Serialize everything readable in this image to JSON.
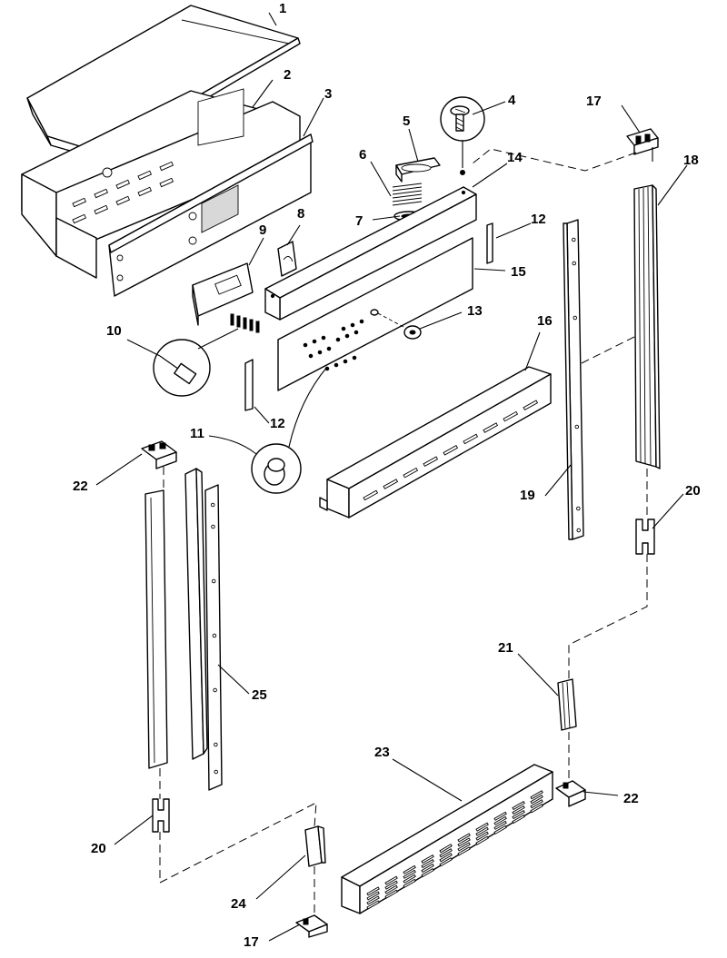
{
  "diagram": {
    "callouts": [
      {
        "id": "c1",
        "text": "1"
      },
      {
        "id": "c2",
        "text": "2"
      },
      {
        "id": "c3",
        "text": "3"
      },
      {
        "id": "c4",
        "text": "4"
      },
      {
        "id": "c5",
        "text": "5"
      },
      {
        "id": "c6",
        "text": "6"
      },
      {
        "id": "c7",
        "text": "7"
      },
      {
        "id": "c8",
        "text": "8"
      },
      {
        "id": "c9",
        "text": "9"
      },
      {
        "id": "c10",
        "text": "10"
      },
      {
        "id": "c11",
        "text": "11"
      },
      {
        "id": "c12a",
        "text": "12"
      },
      {
        "id": "c12b",
        "text": "12"
      },
      {
        "id": "c13",
        "text": "13"
      },
      {
        "id": "c14",
        "text": "14"
      },
      {
        "id": "c15",
        "text": "15"
      },
      {
        "id": "c16",
        "text": "16"
      },
      {
        "id": "c17a",
        "text": "17"
      },
      {
        "id": "c17b",
        "text": "17"
      },
      {
        "id": "c18",
        "text": "18"
      },
      {
        "id": "c19",
        "text": "19"
      },
      {
        "id": "c20a",
        "text": "20"
      },
      {
        "id": "c20b",
        "text": "20"
      },
      {
        "id": "c21",
        "text": "21"
      },
      {
        "id": "c22a",
        "text": "22"
      },
      {
        "id": "c22b",
        "text": "22"
      },
      {
        "id": "c23",
        "text": "23"
      },
      {
        "id": "c24",
        "text": "24"
      },
      {
        "id": "c25",
        "text": "25"
      }
    ]
  }
}
